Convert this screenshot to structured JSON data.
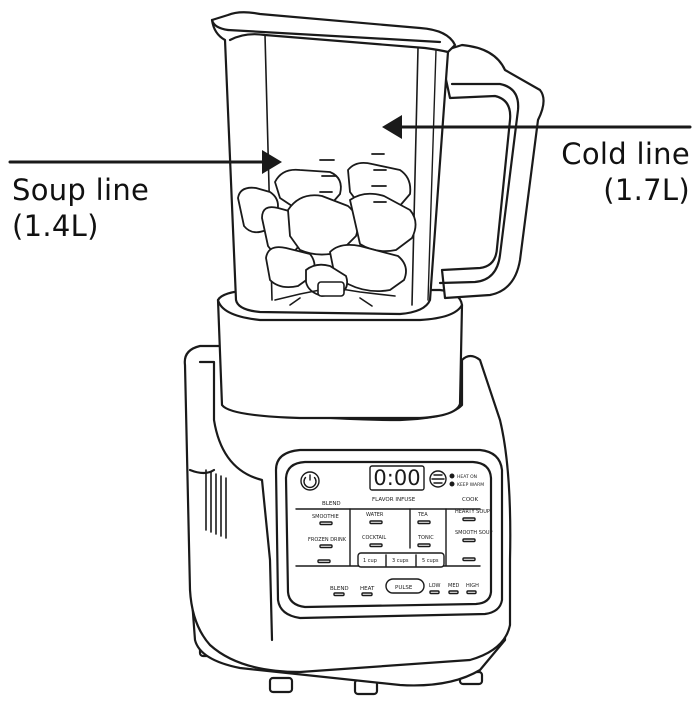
{
  "callouts": {
    "soup": {
      "label": "Soup line",
      "volume": "(1.4L)"
    },
    "cold": {
      "label": "Cold line",
      "volume": "(1.7L)"
    }
  },
  "panel": {
    "display": "0:00",
    "indicators": [
      "HEAT ON",
      "KEEP WARM"
    ],
    "sections": {
      "blend": "BLEND",
      "infuse": "FLAVOR INFUSE",
      "cook": "COOK"
    },
    "blend_programs": [
      "SMOOTHIE",
      "FROZEN DRINK"
    ],
    "infuse_programs": [
      "WATER",
      "TEA",
      "COCKTAIL",
      "TONIC"
    ],
    "cup_options": [
      "1 cup",
      "3 cups",
      "5 cups"
    ],
    "cook_programs": [
      "HEARTY SOUP",
      "SMOOTH SOUP"
    ],
    "bottom_buttons": [
      "BLEND",
      "HEAT",
      "PULSE",
      "LOW",
      "MED",
      "HIGH"
    ]
  },
  "colors": {
    "line": "#1a1a1a",
    "fill": "#ffffff"
  }
}
